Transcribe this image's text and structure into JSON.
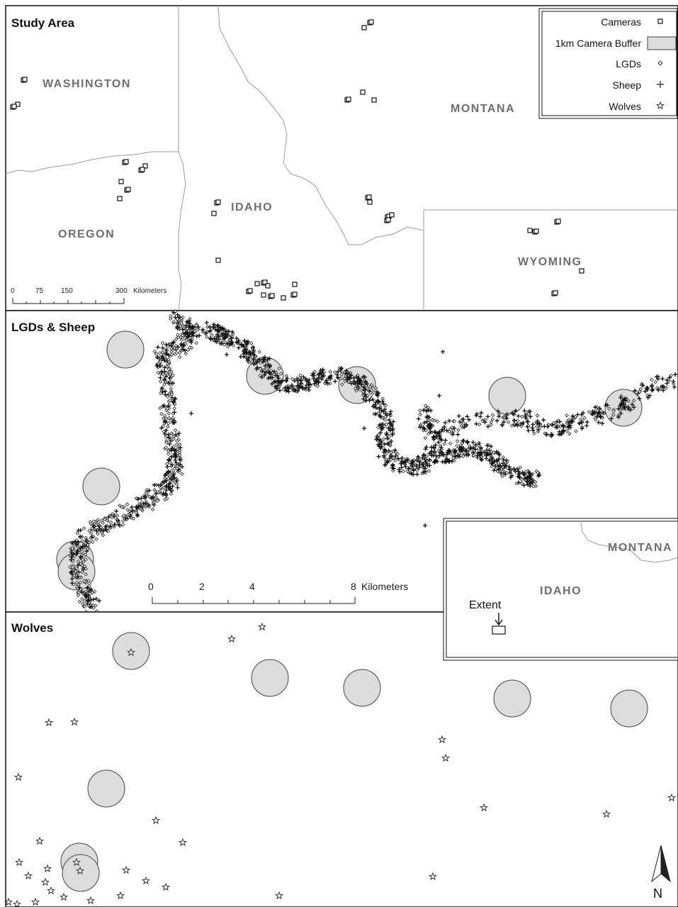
{
  "panels": {
    "study_area": {
      "title": "Study Area",
      "states": [
        "WASHINGTON",
        "MONTANA",
        "OREGON",
        "IDAHO",
        "WYOMING"
      ],
      "scale": {
        "ticks": [
          "0",
          "75",
          "150",
          "300"
        ],
        "unit": "Kilometers"
      }
    },
    "lgds_sheep": {
      "title": "LGDs & Sheep",
      "scale": {
        "ticks": [
          "0",
          "2",
          "4",
          "8"
        ],
        "unit": "Kilometers"
      }
    },
    "wolves": {
      "title": "Wolves",
      "north": "N"
    }
  },
  "legend": {
    "items": [
      {
        "label": "Cameras",
        "symbol": "square"
      },
      {
        "label": "1km Camera Buffer",
        "symbol": "filled-rect"
      },
      {
        "label": "LGDs",
        "symbol": "small-diamond"
      },
      {
        "label": "Sheep",
        "symbol": "plus"
      },
      {
        "label": "Wolves",
        "symbol": "star"
      }
    ]
  },
  "inset": {
    "states": [
      "MONTANA",
      "IDAHO"
    ],
    "extent_label": "Extent"
  },
  "colors": {
    "border": "#111111",
    "boundary": "#999999",
    "buffer_fill": "#dcdcdc",
    "label_gray": "#6e6e6e"
  }
}
